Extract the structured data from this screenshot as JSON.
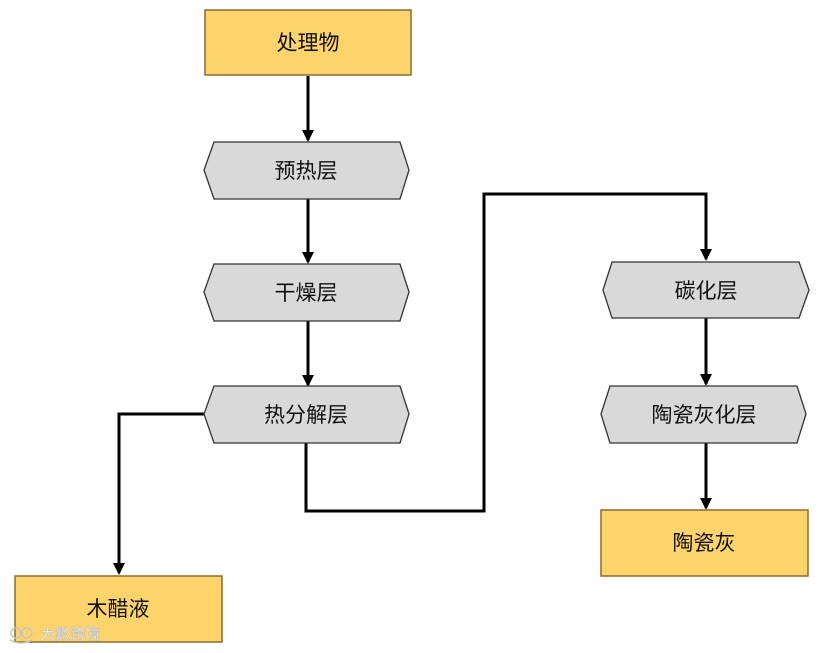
{
  "colors": {
    "rect_fill": "#fdd46c",
    "rect_stroke": "#8a6d2e",
    "hex_fill": "#d9d9d9",
    "hex_stroke": "#333333",
    "line": "#000000"
  },
  "nodes": {
    "feed": "处理物",
    "preheat": "预热层",
    "drying": "干燥层",
    "pyrolysis": "热分解层",
    "carbonization": "碳化层",
    "ashing": "陶瓷灰化层",
    "ceramic_ash": "陶瓷灰",
    "wood_vinegar": "木醋液"
  },
  "watermark": {
    "text": "大數跨境"
  }
}
